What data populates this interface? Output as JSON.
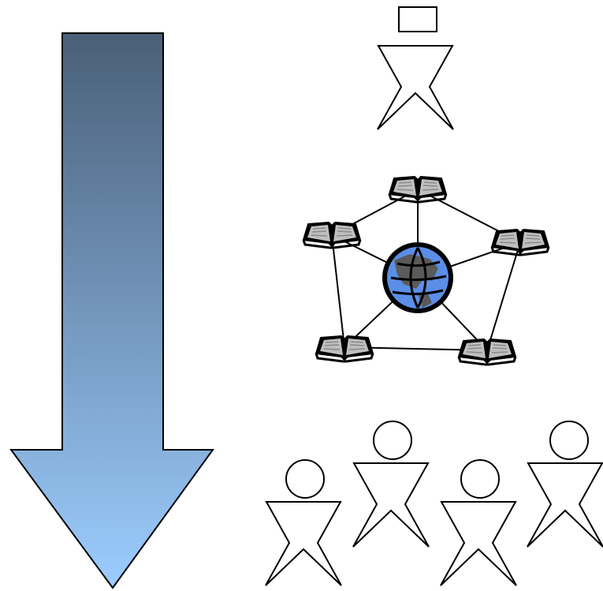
{
  "diagram": {
    "arrow": {
      "direction": "down",
      "gradient_top": "#4a5f78",
      "gradient_bottom": "#9ccdff",
      "stroke": "#000000"
    },
    "top_figure": {
      "head_shape": "rectangle",
      "count": 1
    },
    "network": {
      "hub_icon": "globe-icon",
      "node_icon": "open-book-icon",
      "node_count": 5,
      "globe_colors": {
        "land": "#5a5a5a",
        "water": "#5b8ee6",
        "outline": "#000000"
      },
      "book_colors": {
        "pages": "#bfbfbf",
        "cover": "#000000"
      }
    },
    "bottom_figures": {
      "head_shape": "circle",
      "count": 4
    }
  }
}
